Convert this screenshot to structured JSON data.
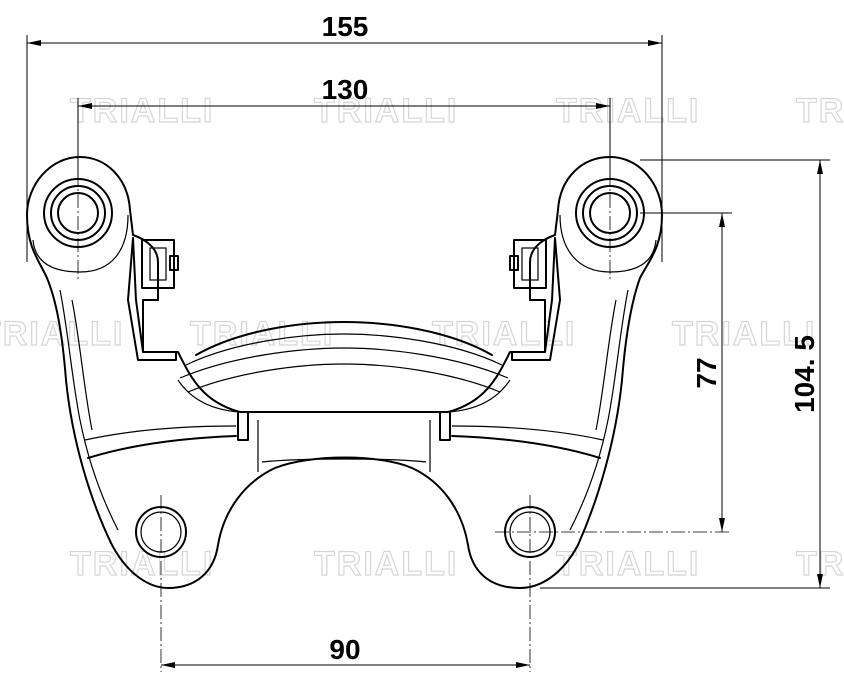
{
  "drawing": {
    "subject": "brake caliper bracket",
    "watermark": "TRIALLI",
    "dimensions": {
      "overall_width": "155",
      "mount_hole_spacing": "130",
      "lower_hole_spacing": "90",
      "vertical_77": "77",
      "vertical_104_5": "104. 5"
    }
  }
}
